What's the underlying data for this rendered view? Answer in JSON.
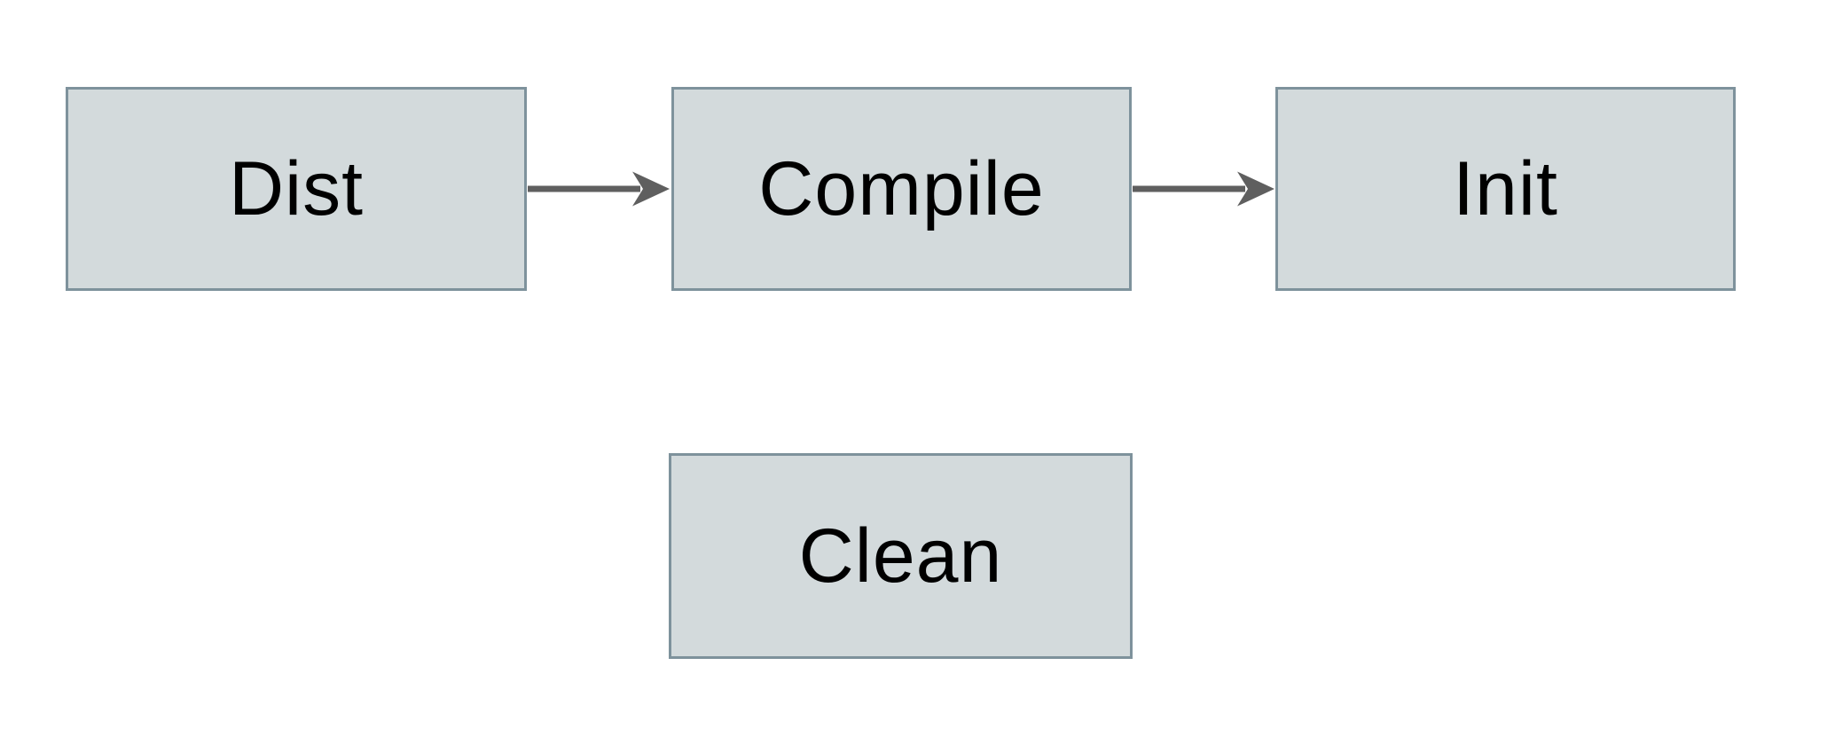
{
  "diagram": {
    "colors": {
      "background": "#ffffff",
      "node_fill": "#d3dadc",
      "node_border": "#7e929c",
      "arrow_color": "#5f5f5f",
      "text_color": "#000000"
    },
    "nodes": [
      {
        "id": "dist",
        "label": "Dist"
      },
      {
        "id": "compile",
        "label": "Compile"
      },
      {
        "id": "init",
        "label": "Init"
      },
      {
        "id": "clean",
        "label": "Clean"
      }
    ],
    "edges": [
      {
        "from": "dist",
        "to": "compile"
      },
      {
        "from": "compile",
        "to": "init"
      }
    ]
  }
}
